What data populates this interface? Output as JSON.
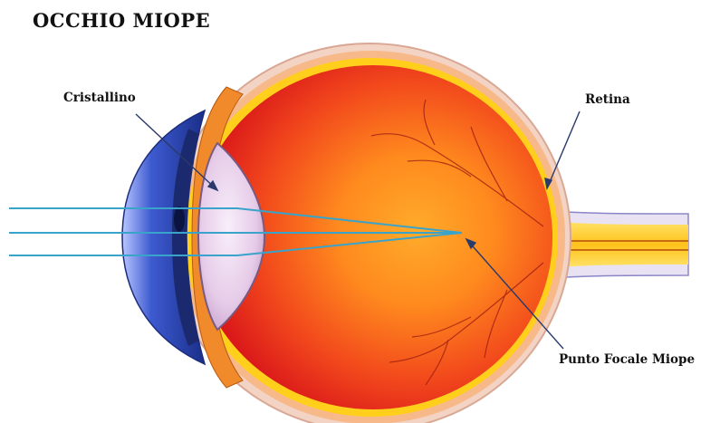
{
  "title": "OCCHIO MIOPE",
  "labels": {
    "lens": "Cristallino",
    "retina": "Retina",
    "focal_point": "Punto Focale Miope"
  },
  "colors": {
    "vitreous_red": "#e8221a",
    "vitreous_orange": "#ff8a1e",
    "cornea_blue": "#2746b8",
    "lens_pink": "#ecd6ee",
    "retina_yellow": "#ffd21a",
    "sclera": "#f2cdbd",
    "light_rays": "#3aa3c9",
    "pointer": "#2a3a6a"
  }
}
